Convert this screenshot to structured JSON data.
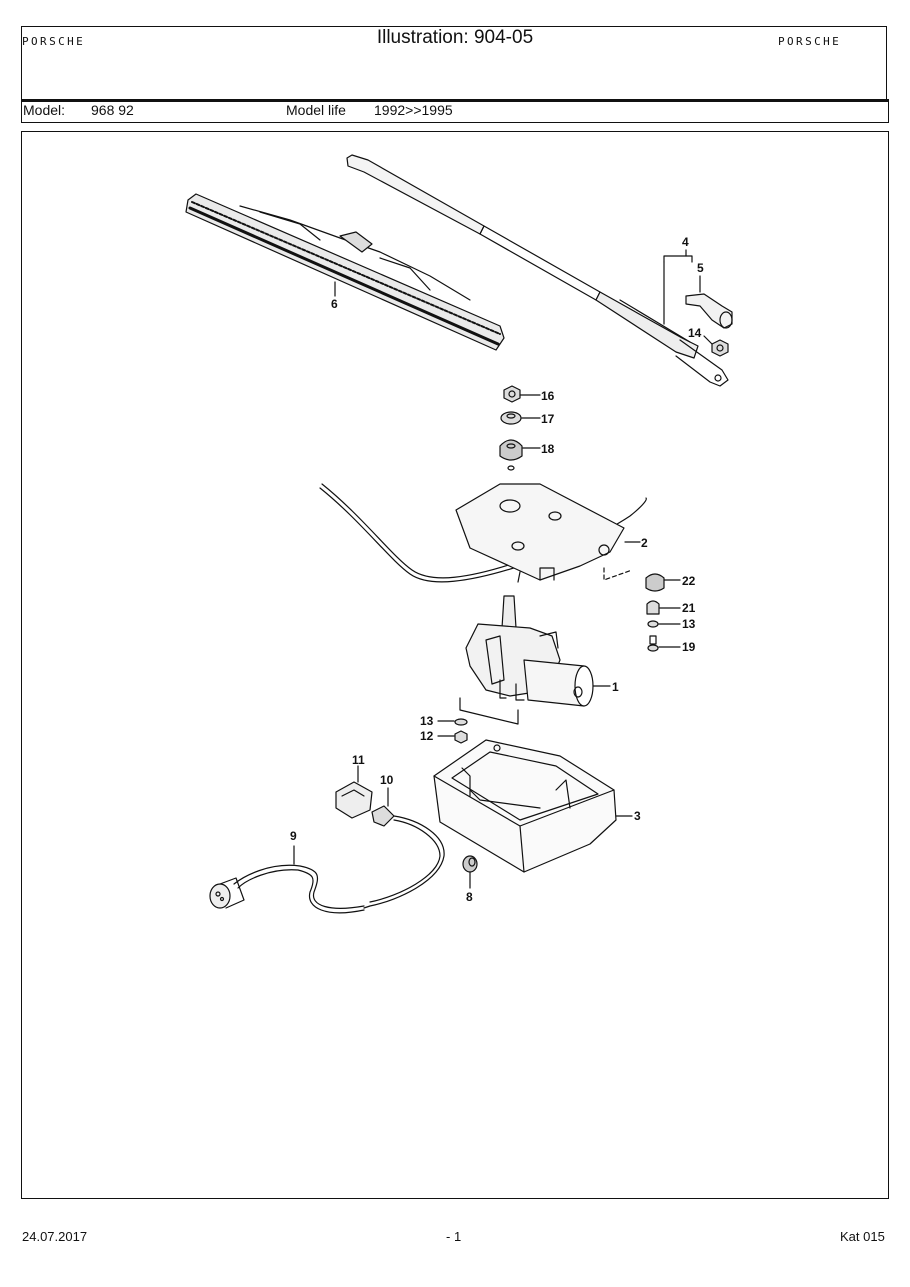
{
  "header": {
    "title": "Illustration: 904-05",
    "brand_left": "PORSCHE",
    "brand_right": "PORSCHE",
    "model_label": "Model:",
    "model_value": "968 92",
    "model_life_label": "Model life",
    "model_life_value": "1992>>1995"
  },
  "callouts": {
    "c1": "1",
    "c2": "2",
    "c3": "3",
    "c4": "4",
    "c5": "5",
    "c6": "6",
    "c8": "8",
    "c9": "9",
    "c10": "10",
    "c11": "11",
    "c12": "12",
    "c13a": "13",
    "c13b": "13",
    "c14": "14",
    "c16": "16",
    "c17": "17",
    "c18": "18",
    "c19": "19",
    "c21": "21",
    "c22": "22"
  },
  "footer": {
    "date": "24.07.2017",
    "page": "- 1",
    "catalog": "Kat 015"
  },
  "colors": {
    "ink": "#111111",
    "paper": "#ffffff"
  }
}
